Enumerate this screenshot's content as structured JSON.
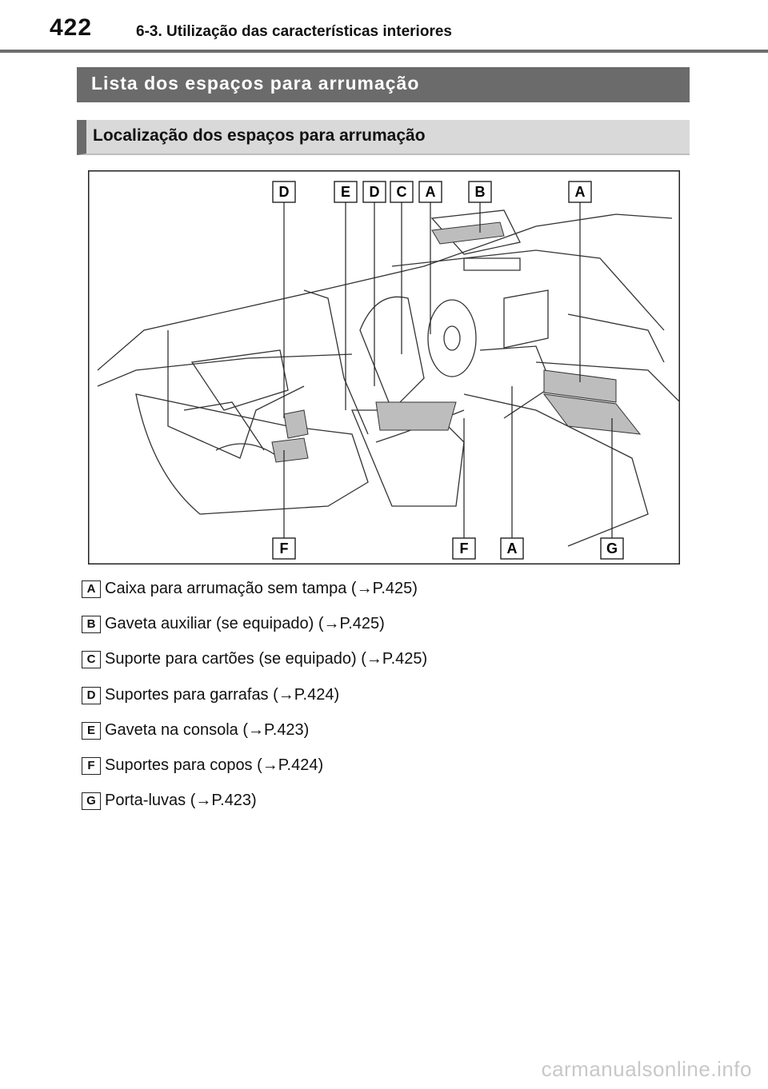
{
  "header": {
    "page_number": "422",
    "section_title": "6-3. Utilização das características interiores"
  },
  "banner_main": "Lista dos espaços para arrumação",
  "banner_sub": "Localização dos espaços para arrumação",
  "figure": {
    "callouts_top": [
      "D",
      "E",
      "D",
      "C",
      "A",
      "B",
      "A"
    ],
    "callouts_bottom": [
      "F",
      "F",
      "A",
      "G"
    ]
  },
  "legend": [
    {
      "letter": "A",
      "text": "Caixa para arrumação sem tampa (→P.425)"
    },
    {
      "letter": "B",
      "text": "Gaveta auxiliar (se equipado) (→P.425)"
    },
    {
      "letter": "C",
      "text": "Suporte para cartões (se equipado) (→P.425)"
    },
    {
      "letter": "D",
      "text": "Suportes para garrafas (→P.424)"
    },
    {
      "letter": "E",
      "text": "Gaveta na consola (→P.423)"
    },
    {
      "letter": "F",
      "text": "Suportes para copos (→P.424)"
    },
    {
      "letter": "G",
      "text": "Porta-luvas (→P.423)"
    }
  ],
  "watermark": "carmanualsonline.info",
  "colors": {
    "banner_dark": "#6b6b6b",
    "banner_light": "#d9d9d9",
    "highlight": "#bdbdbd"
  }
}
